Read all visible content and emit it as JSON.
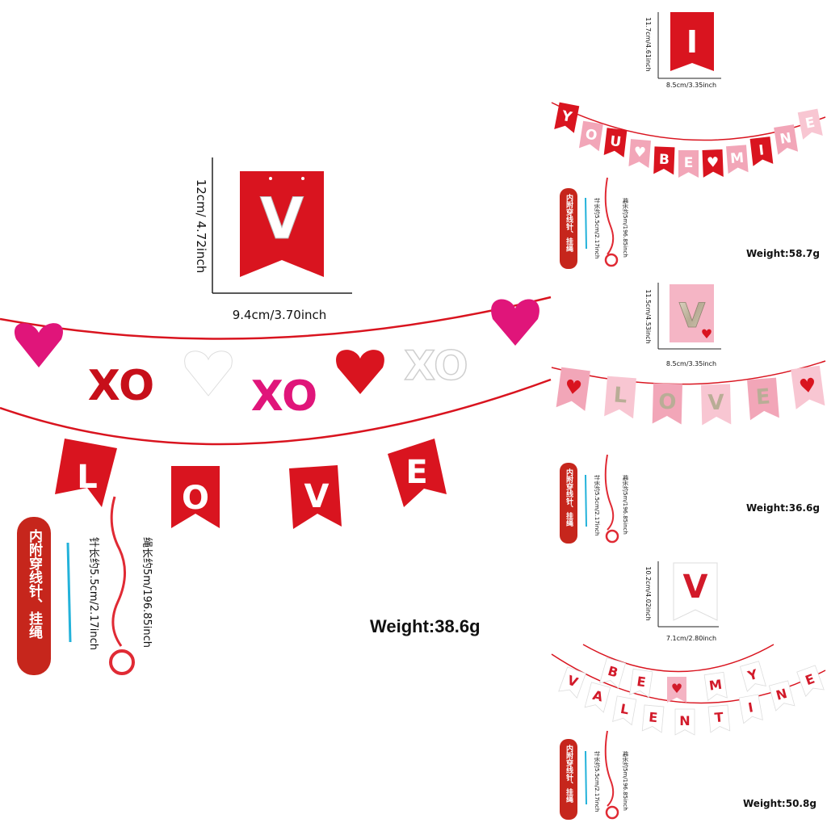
{
  "main": {
    "sample_flag_letter": "V",
    "height_label": "12cm/ 4.72inch",
    "width_label": "9.4cm/3.70inch",
    "xo_letters": [
      "XO",
      "XO",
      "XO"
    ],
    "love_letters": [
      "L",
      "O",
      "V",
      "E"
    ],
    "kit_badge": "内附穿线针、挂绳",
    "needle_label": "针长约5.5cm/2.17inch",
    "rope_label": "绳长约5m/196.85inch",
    "weight": "Weight:38.6g"
  },
  "panel1": {
    "sample_flag_letter": "I",
    "height_label": "11.7cm/4.61inch",
    "width_label": "8.5cm/3.35inch",
    "banner_letters": [
      "Y",
      "O",
      "U",
      "♥",
      "B",
      "E",
      "♥",
      "M",
      "I",
      "N",
      "E"
    ],
    "kit_badge": "内附穿线针、挂绳",
    "needle_label": "针长约5.5cm/2.17inch",
    "rope_label": "绳长约5m/196.85inch",
    "weight": "Weight:58.7g"
  },
  "panel2": {
    "sample_flag_letter": "V",
    "height_label": "11.5cm/4.53inch",
    "width_label": "8.5cm/3.35inch",
    "banner_letters": [
      "♥",
      "L",
      "O",
      "V",
      "E",
      "♥"
    ],
    "kit_badge": "内附穿线针、挂绳",
    "needle_label": "针长约5.5cm/2.17inch",
    "rope_label": "绳长约5m/196.85inch",
    "weight": "Weight:36.6g"
  },
  "panel3": {
    "sample_flag_letter": "V",
    "height_label": "10.2cm/4.02inch",
    "width_label": "7.1cm/2.80inch",
    "row1_letters": [
      "B",
      "E",
      "♥",
      "M",
      "Y"
    ],
    "row2_letters": [
      "V",
      "A",
      "L",
      "E",
      "N",
      "T",
      "I",
      "N",
      "E"
    ],
    "kit_badge": "内附穿线针、挂绳",
    "needle_label": "针长约5.5cm/2.17inch",
    "rope_label": "绳长约5m/196.85inch",
    "weight": "Weight:50.8g"
  },
  "colors": {
    "red": "#d9141f",
    "dark_red": "#b50d17",
    "pink": "#f0a0b4",
    "light_pink": "#f8c6d2",
    "magenta": "#e0157a",
    "silver": "#c8bfae",
    "badge": "#c6261c"
  }
}
